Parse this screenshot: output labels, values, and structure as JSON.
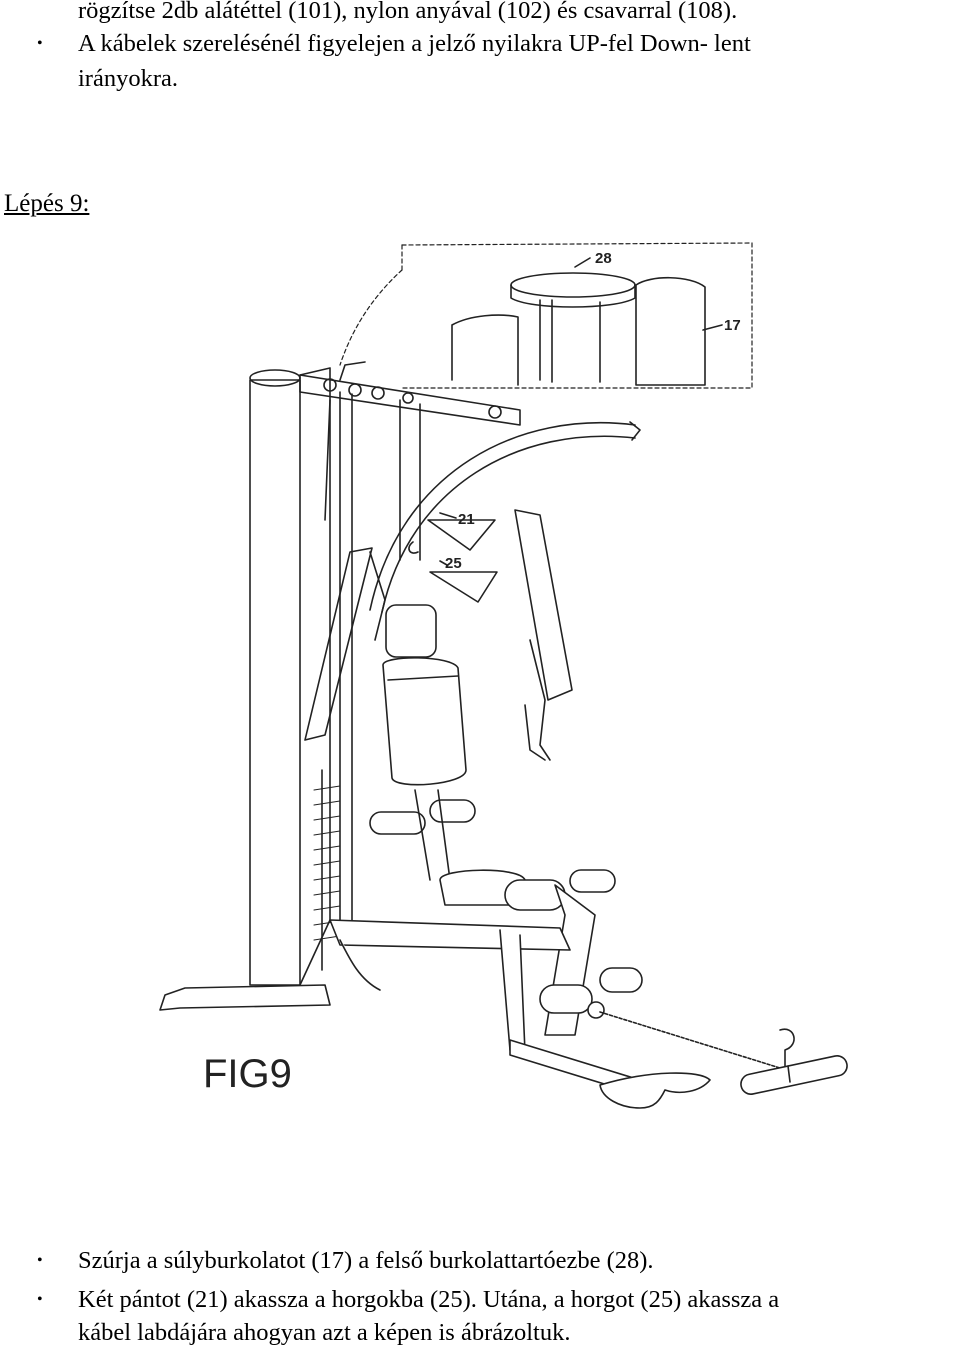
{
  "top_text": {
    "line1": "rögzítse 2db alátéttel (101), nylon anyával (102) és csavarral (108).",
    "bullet1_line1": "A kábelek szerelésénél figyelejen a jelző nyilakra UP-fel Down- lent",
    "bullet1_line2": "irányokra."
  },
  "step_heading": "Lépés 9:",
  "figure": {
    "label": "FIG9",
    "callouts": [
      "28",
      "17",
      "21",
      "25"
    ]
  },
  "bottom_text": {
    "bullet1": "Szúrja a súlyburkolatot (17) a felső burkolattartóezbe (28).",
    "bullet2_line1": "Két pántot (21) akassza a horgokba (25). Utána, a horgot (25) akassza a",
    "bullet2_line2": "kábel labdájára ahogyan azt a képen is ábrázoltuk."
  },
  "bullet_symbol": "•"
}
